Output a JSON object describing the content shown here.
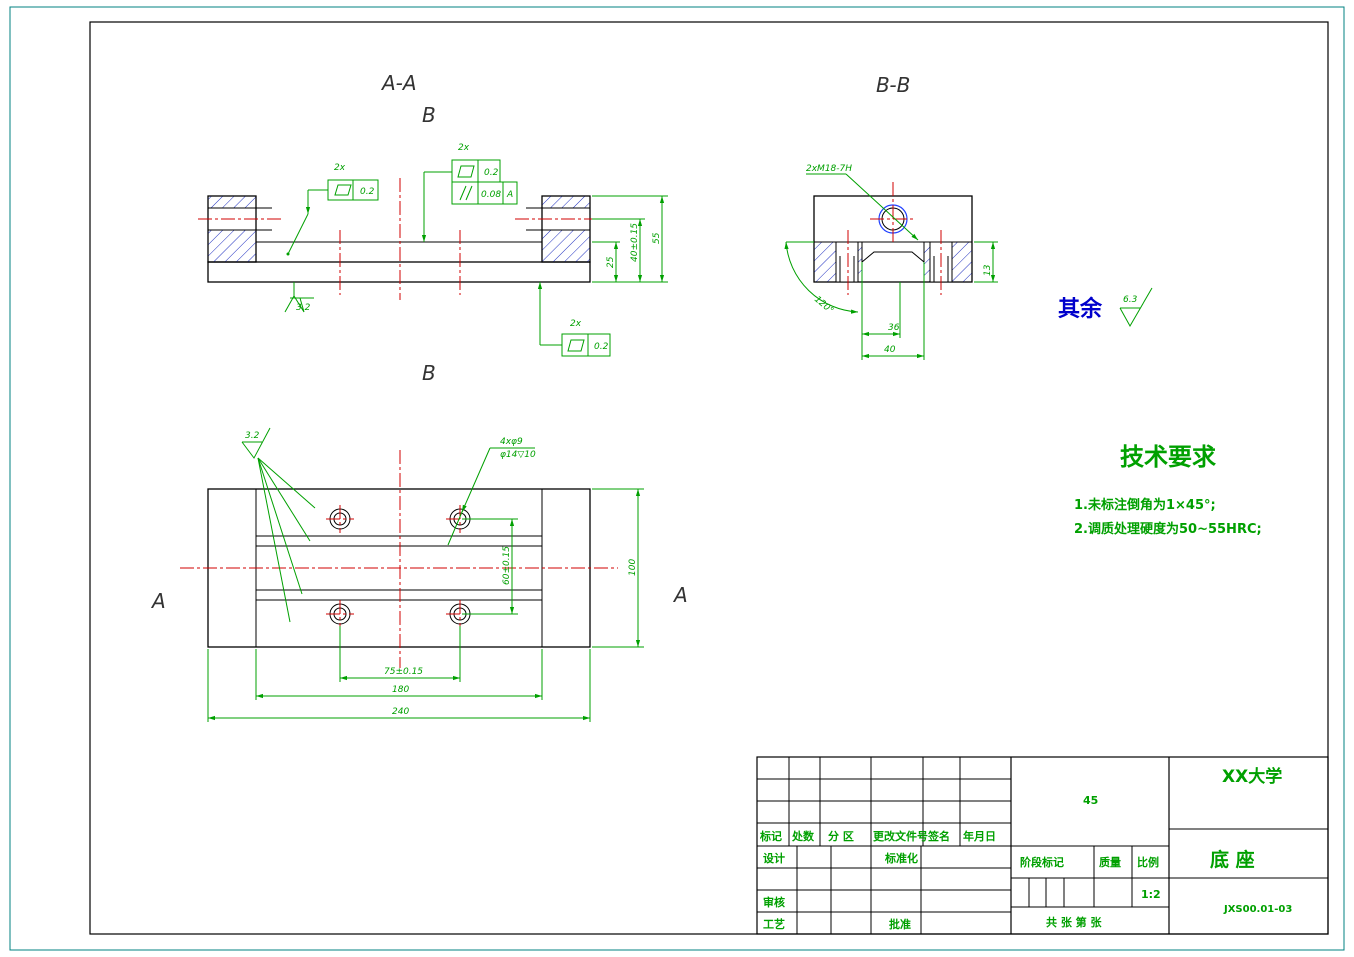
{
  "views": {
    "section_aa": "A-A",
    "section_bb": "B-B",
    "cut_b": "B",
    "cut_a": "A"
  },
  "dims": {
    "d55": "55",
    "d40": "40±0.15",
    "d25": "25",
    "d13": "13",
    "d36": "36",
    "d40b": "40",
    "d100": "100",
    "d60": "60±0.15",
    "d75": "75±0.15",
    "d180": "180",
    "d240": "240",
    "angle": "120°",
    "thread": "2xM18-7H",
    "holes": "4xφ9",
    "holes_cb": "φ14▽10",
    "ra32": "3.2",
    "ra32b": "3.2",
    "ra63": "6.3"
  },
  "tolerances": {
    "count": "2x",
    "flat": "0.2",
    "parallel": "0.08",
    "datum": "A"
  },
  "notes": {
    "rest_label": "其余",
    "tech_title": "技术要求",
    "item1": "1.未标注倒角为1×45°;",
    "item2": "2.调质处理硬度为50~55HRC;"
  },
  "title_block": {
    "h_mark": "标记",
    "h_count": "处数",
    "h_zone": "分 区",
    "h_doc": "更改文件号",
    "h_sign": "签名",
    "h_date": "年月日",
    "design": "设计",
    "standard": "标准化",
    "review": "审核",
    "process": "工艺",
    "approve": "批准",
    "material": "45",
    "stage": "阶段标记",
    "mass": "质量",
    "ratio": "比例",
    "scale": "1:2",
    "sheets": "共    张  第    张",
    "org": "XX大学",
    "part_name": "底  座",
    "drawing_no": "JXS00.01-03"
  },
  "colors": {
    "line": "#000000",
    "dimension": "#00a000",
    "centerline": "#d00000",
    "border": "#008080",
    "rest_label": "#0000cc"
  }
}
